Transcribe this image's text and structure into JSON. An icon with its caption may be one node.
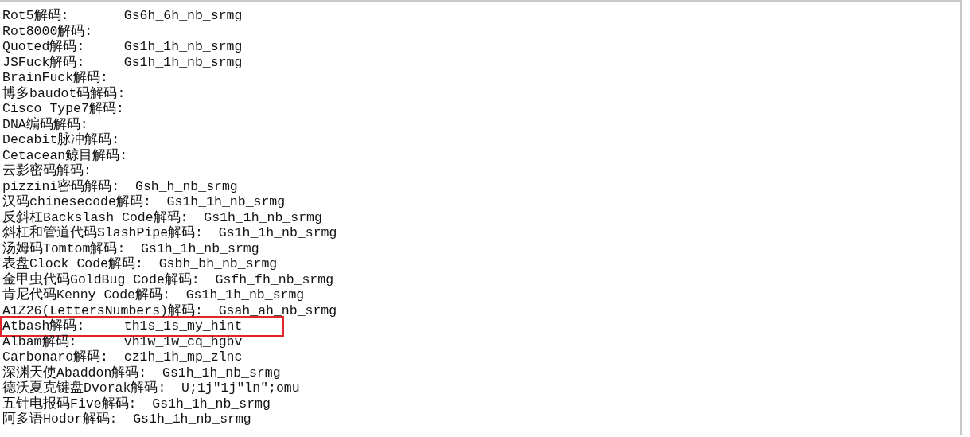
{
  "diagram": {
    "nodes": [
      {
        "text": [
          "Atbash解码:     th1s_1s_my_hint"
        ]
      }
    ],
    "labels": [
      "Rot5解码:       Gs6h_6h_nb_srmg",
      "Rot8000解码:",
      "Quoted解码:     Gs1h_1h_nb_srmg",
      "JSFuck解码:     Gs1h_1h_nb_srmg",
      "BrainFuck解码:",
      "博多baudot码解码:",
      "Cisco Type7解码:",
      "DNA编码解码:",
      "Decabit脉冲解码:",
      "Cetacean鲸目解码:",
      "云影密码解码:",
      "pizzini密码解码:  Gsh_h_nb_srmg",
      "汉码chinesecode解码:  Gs1h_1h_nb_srmg",
      "反斜杠Backslash Code解码:  Gs1h_1h_nb_srmg",
      "斜杠和管道代码SlashPipe解码:  Gs1h_1h_nb_srmg",
      "汤姆码Tomtom解码:  Gs1h_1h_nb_srmg",
      "表盘Clock Code解码:  Gsbh_bh_nb_srmg",
      "金甲虫代码GoldBug Code解码:  Gsfh_fh_nb_srmg",
      "肯尼代码Kenny Code解码:  Gs1h_1h_nb_srmg",
      "A1Z26(LettersNumbers)解码:  Gsah_ah_nb_srmg",
      "Albam解码:      vh1w_1w_cq_hgbv",
      "Carbonaro解码:  cz1h_1h_mp_zlnc",
      "深渊天使Abaddon解码:  Gs1h_1h_nb_srmg",
      "德沃夏克键盘Dvorak解码:  U;1j\"1j\"ln\";omu",
      "五针电报码Five解码:  Gs1h_1h_nb_srmg",
      "阿多语Hodor解码:  Gs1h_1h_nb_srmg"
    ]
  }
}
